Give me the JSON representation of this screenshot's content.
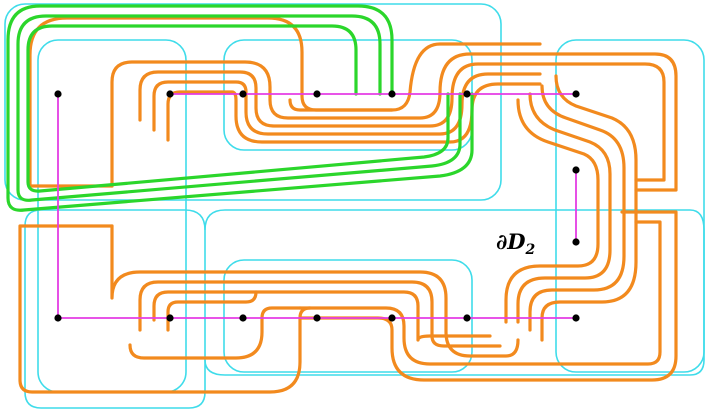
{
  "colors": {
    "region": "#3fdcea",
    "band": "#f28a1e",
    "loop": "#2bd62b",
    "edge": "#e43ce4",
    "node": "#000000",
    "label": "#000000"
  },
  "label": {
    "main": "∂D",
    "subscript": "2"
  },
  "icons": {
    "node": "black-dot",
    "edge": "magenta-segment"
  }
}
